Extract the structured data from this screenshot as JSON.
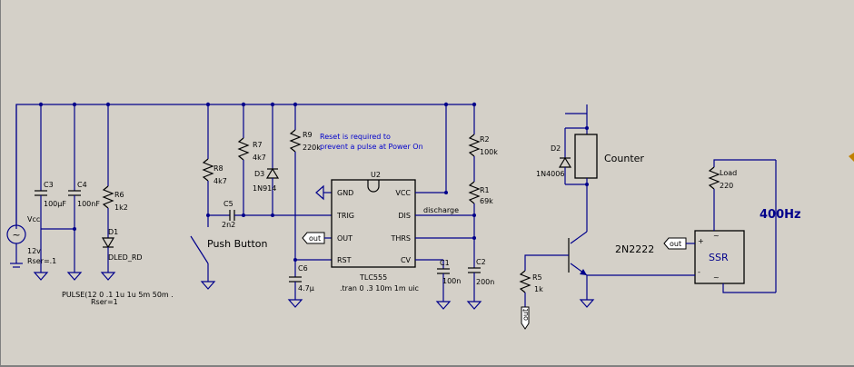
{
  "components": {
    "vcc": {
      "name": "Vcc",
      "value": "12v",
      "rser": "Rser=.1"
    },
    "c3": {
      "name": "C3",
      "value": "100µF"
    },
    "c4": {
      "name": "C4",
      "value": "100nF"
    },
    "r6": {
      "name": "R6",
      "value": "1k2"
    },
    "d1": {
      "name": "D1",
      "value": "DLED_RD"
    },
    "r8": {
      "name": "R8",
      "value": "4k7"
    },
    "r7": {
      "name": "R7",
      "value": "4k7"
    },
    "c5": {
      "name": "C5",
      "value": "2n2"
    },
    "d3": {
      "name": "D3",
      "value": "1N914"
    },
    "r9": {
      "name": "R9",
      "value": "220k"
    },
    "c6": {
      "name": "C6",
      "value": "4.7µ"
    },
    "u2": {
      "name": "U2",
      "part": "TLC555",
      "pins": {
        "gnd": "GND",
        "trig": "TRIG",
        "out": "OUT",
        "rst": "RST",
        "vcc": "VCC",
        "dis": "DIS",
        "thrs": "THRS",
        "cv": "CV"
      }
    },
    "r2": {
      "name": "R2",
      "value": "100k"
    },
    "r1": {
      "name": "R1",
      "value": "69k"
    },
    "c1": {
      "name": "C1",
      "value": "100n"
    },
    "c2": {
      "name": "C2",
      "value": "200n"
    },
    "d2": {
      "name": "D2",
      "value": "1N4006"
    },
    "q1": {
      "value": "2N2222"
    },
    "r5": {
      "name": "R5",
      "value": "1k"
    },
    "load": {
      "name": "Load",
      "value": "220"
    },
    "ssr": {
      "name": "SSR",
      "plus": "+",
      "minus": "-",
      "tilde_top": "~",
      "tilde_bottom": "~"
    }
  },
  "labels": {
    "pulse": "PULSE(12 0 .1 1u 1u 5m 50m .",
    "pulse_rser": "Rser=1",
    "push_button": "Push Button",
    "discharge": "discharge",
    "out_flag": "out",
    "out_flag_ssr": "out",
    "out_flag_r5": "out",
    "counter": "Counter",
    "tran": ".tran 0 .3 10m 1m uic",
    "note_line1": "Reset is required to",
    "note_line2": "prevent a pulse at Power On",
    "freq": "400Hz"
  },
  "colors": {
    "background": "#d4d0c8",
    "wire": "#00008b",
    "note": "#0000cc"
  }
}
